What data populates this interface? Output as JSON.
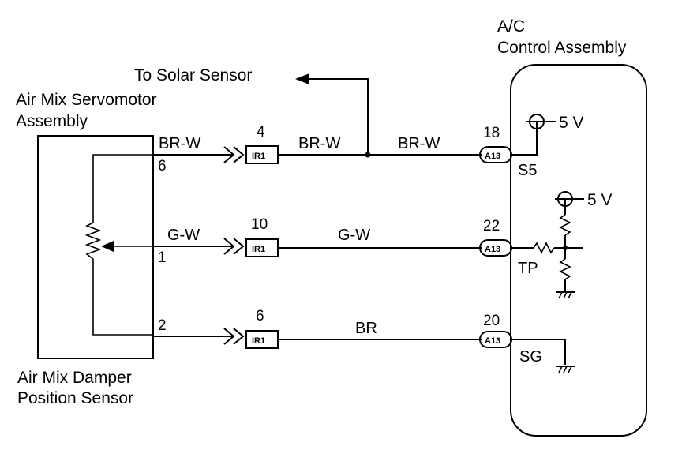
{
  "title_ac": [
    "A/C",
    "Control Assembly"
  ],
  "servo_title": [
    "Air Mix Servomotor",
    "Assembly"
  ],
  "sensor_title": [
    "Air Mix Damper",
    "Position Sensor"
  ],
  "solar": "To Solar Sensor",
  "wires": {
    "top_left": "BR-W",
    "top_mid": "BR-W",
    "top_right": "BR-W",
    "mid_left": "G-W",
    "mid_right": "G-W",
    "bottom": "BR"
  },
  "servo_pins": [
    "6",
    "1",
    "2"
  ],
  "connector_ir": {
    "label": "IR1",
    "pins": [
      "4",
      "10",
      "6"
    ]
  },
  "connector_a": {
    "label": "A13",
    "pins": [
      "18",
      "22",
      "20"
    ]
  },
  "terminals": [
    "S5",
    "TP",
    "SG"
  ],
  "supply": [
    "5 V",
    "5 V"
  ]
}
